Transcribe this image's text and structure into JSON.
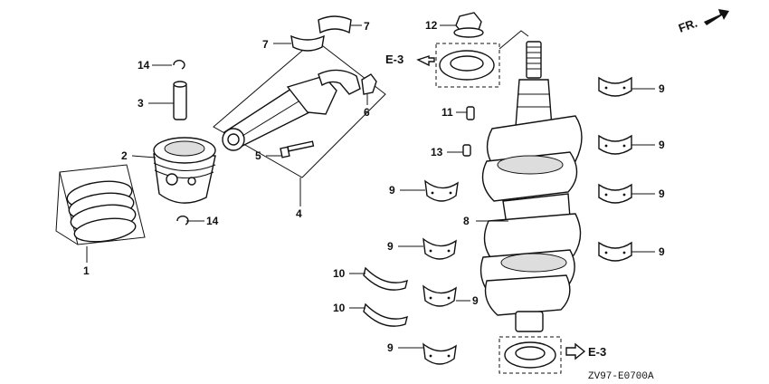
{
  "diagram": {
    "callouts": [
      "1",
      "2",
      "3",
      "4",
      "5",
      "6",
      "7",
      "8",
      "9",
      "10",
      "11",
      "12",
      "13",
      "14"
    ],
    "ref_labels": [
      "E-3"
    ],
    "direction_label": "FR.",
    "drawing_code": "ZV97-E0700A"
  },
  "parts_shown": {
    "piston_rings": "1",
    "piston": "2",
    "piston_pin": "3",
    "connecting_rod_assy": "4",
    "rod_bolt": "5",
    "rod_nut": "6",
    "rod_bearing": "7",
    "crankshaft": "8",
    "main_bearing": "9",
    "thrust_washer": "10",
    "woodruff_key": "11",
    "flange_nut": "12",
    "pin": "13",
    "pin_clip": "14"
  },
  "colors": {
    "line": "#111111",
    "background": "#ffffff",
    "shade": "#dddddd"
  }
}
